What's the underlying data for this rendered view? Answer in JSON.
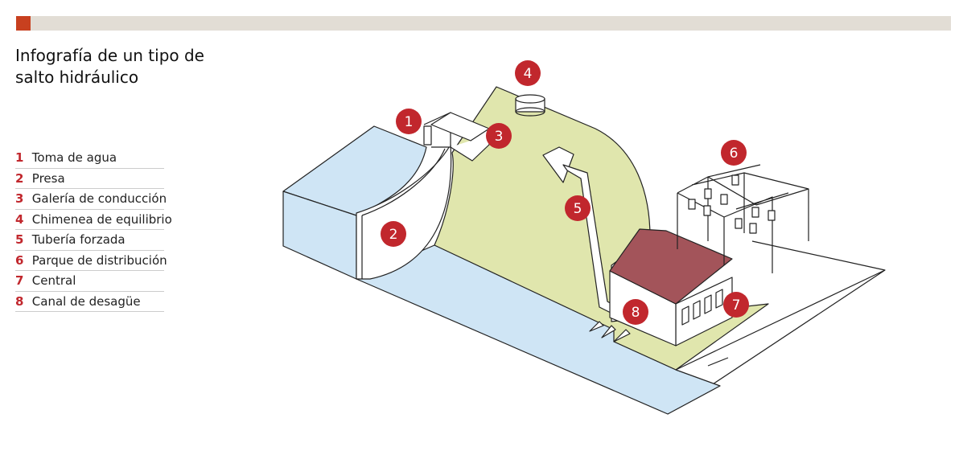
{
  "title": "Infografía de un tipo de salto hidráulico",
  "legend": [
    {
      "n": "1",
      "label": "Toma de agua"
    },
    {
      "n": "2",
      "label": "Presa"
    },
    {
      "n": "3",
      "label": "Galería de conducción"
    },
    {
      "n": "4",
      "label": "Chimenea de equilibrio"
    },
    {
      "n": "5",
      "label": "Tubería forzada"
    },
    {
      "n": "6",
      "label": "Parque de distribución"
    },
    {
      "n": "7",
      "label": "Central"
    },
    {
      "n": "8",
      "label": "Canal de desagüe"
    }
  ],
  "colors": {
    "water": "#cfe5f5",
    "ground": "#e0e6ad",
    "roof": "#a3545a",
    "badge": "#c1272d",
    "accent": "#c8401f"
  }
}
